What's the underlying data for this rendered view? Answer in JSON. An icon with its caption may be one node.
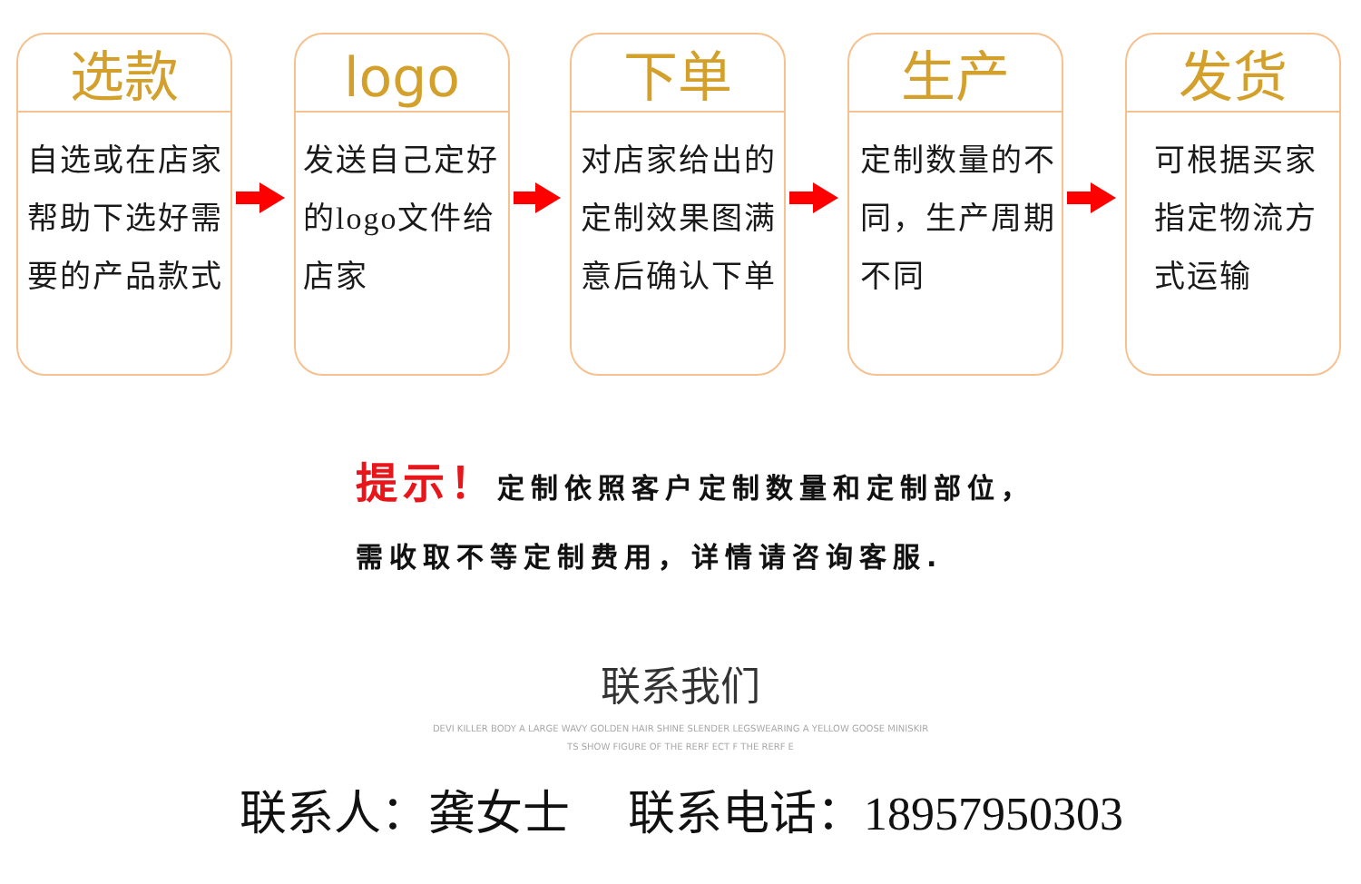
{
  "diagram": {
    "nodes": [
      {
        "text": [
          "选款",
          "自选或在店家帮助下选好需要的产品款式"
        ]
      },
      {
        "text": [
          "logo",
          "发送自己定好的logo文件给店家"
        ]
      },
      {
        "text": [
          "下单",
          "对店家给出的定制效果图满意后确认下单"
        ]
      },
      {
        "text": [
          "生产",
          "定制数量的不同，生产周期不同"
        ]
      },
      {
        "text": [
          "发货",
          "可根据买家指定物流方式运输"
        ]
      }
    ],
    "edges": [
      {
        "from": 0,
        "to": 1,
        "arrow": "to"
      },
      {
        "from": 1,
        "to": 2,
        "arrow": "to"
      },
      {
        "from": 2,
        "to": 3,
        "arrow": "to"
      },
      {
        "from": 3,
        "to": 4,
        "arrow": "to"
      }
    ],
    "labels": [
      "提示！",
      "定制依照客户定制数量和定制部位，需收取不等定制费用，详情请咨询客服.",
      "联系我们",
      "DEVI KILLER BODY A LARGE WAVY GOLDEN HAIR SHINE SLENDER LEGSWEARING A YELLOW GOOSE MINISKIR TS SHOW FIGURE OF THE RERF ECT F THE RERF E",
      "联系人：龚女士",
      "联系电话：18957950303"
    ]
  }
}
